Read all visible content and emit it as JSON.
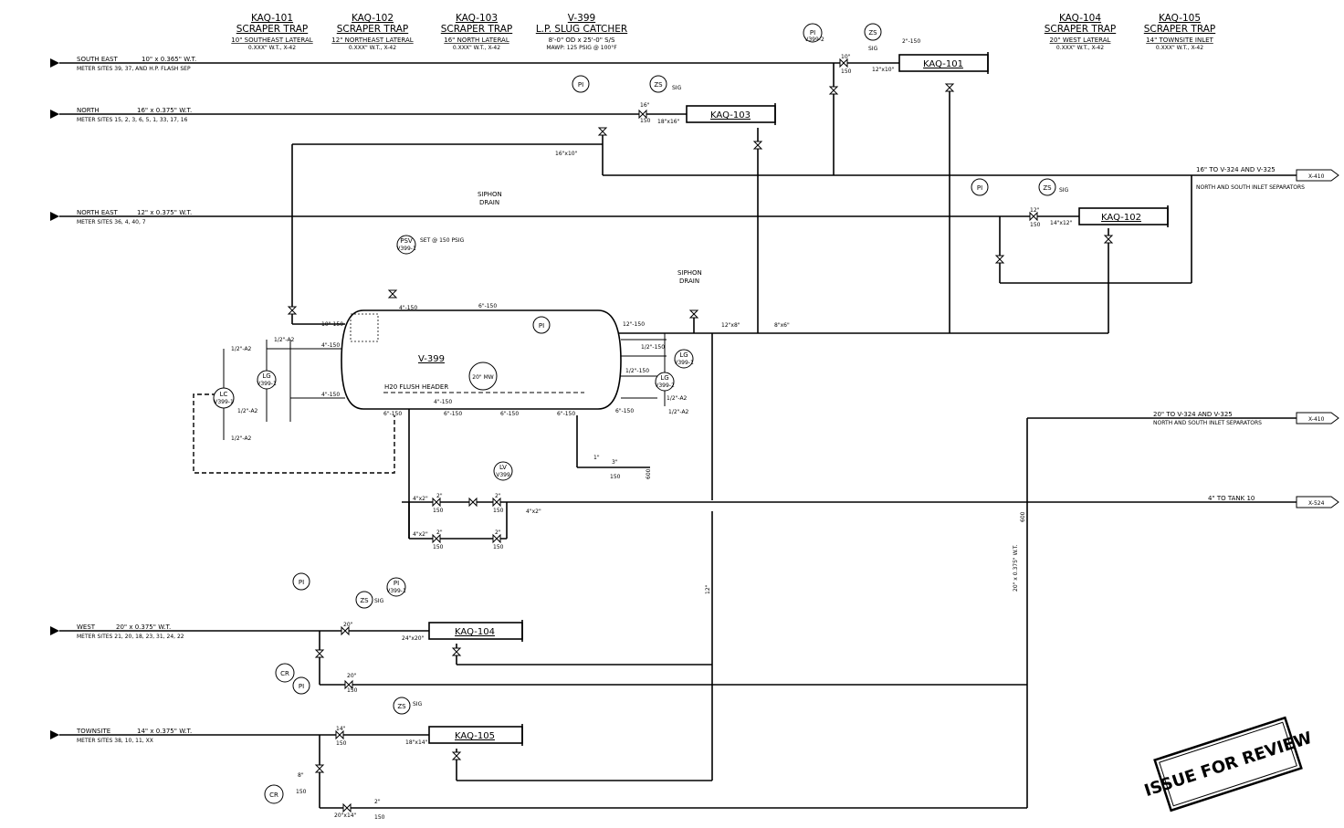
{
  "headers": [
    {
      "tag": "KAQ-101",
      "type": "SCRAPER TRAP",
      "desc": "10\" SOUTHEAST LATERAL",
      "spec": "0.XXX\" W.T., X-42"
    },
    {
      "tag": "KAQ-102",
      "type": "SCRAPER TRAP",
      "desc": "12\" NORTHEAST LATERAL",
      "spec": "0.XXX\" W.T., X-42"
    },
    {
      "tag": "KAQ-103",
      "type": "SCRAPER TRAP",
      "desc": "16\" NORTH LATERAL",
      "spec": "0.XXX\" W.T., X-42"
    },
    {
      "tag": "V-399",
      "type": "L.P. SLUG CATCHER",
      "desc": "8'-0\" OD x 25'-0\" S/S",
      "spec": "MAWP: 125 PSIG @ 100°F"
    },
    {
      "tag": "KAQ-104",
      "type": "SCRAPER TRAP",
      "desc": "20\" WEST LATERAL",
      "spec": "0.XXX\" W.T., X-42"
    },
    {
      "tag": "KAQ-105",
      "type": "SCRAPER TRAP",
      "desc": "14\" TOWNSITE INLET",
      "spec": "0.XXX\" W.T., X-42"
    }
  ],
  "laterals": [
    {
      "name": "SOUTH EAST",
      "size": "10\" x 0.365\" W.T.",
      "sites": "METER SITES 39, 37, AND H.P. FLASH SEP"
    },
    {
      "name": "NORTH",
      "size": "16\" x 0.375\" W.T.",
      "sites": "METER SITES 15, 2, 3, 6, 5, 1, 33, 17, 16"
    },
    {
      "name": "NORTH EAST",
      "size": "12\" x 0.375\" W.T.",
      "sites": "METER SITES 36, 4, 40, 7"
    },
    {
      "name": "WEST",
      "size": "20\" x 0.375\" W.T.",
      "sites": "METER SITES 21, 20, 18, 23, 31, 24, 22"
    },
    {
      "name": "TOWNSITE",
      "size": "14\" x 0.375\" W.T.",
      "sites": "METER SITES 38, 10, 11, XX"
    }
  ],
  "traps": {
    "kaq101": "KAQ-101",
    "kaq102": "KAQ-102",
    "kaq103": "KAQ-103",
    "kaq104": "KAQ-104",
    "kaq105": "KAQ-105"
  },
  "vessel": {
    "tag": "V-399",
    "flush_header": "H20 FLUSH HEADER",
    "manway": "20\" MW"
  },
  "outlets": [
    {
      "desc": "16\" TO V-324 AND V-325",
      "sub": "NORTH AND SOUTH INLET SEPARATORS",
      "arrow": "X-410"
    },
    {
      "desc": "20\" TO V-324 AND V-325",
      "sub": "NORTH AND SOUTH INLET SEPARATORS",
      "arrow": "X-410"
    },
    {
      "desc": "4\" TO TANK 10",
      "sub": "",
      "arrow": "X-524"
    }
  ],
  "instruments": {
    "pi": "PI",
    "zs": "ZS",
    "lg": "LG",
    "lc": "LC",
    "lv": "LV",
    "psv": "PSV",
    "cr": "CR",
    "pi_v399_2": "V399-2",
    "pi_v399_1": "V399-1",
    "psv_tag": "V399-1",
    "lg_tag1": "V399-1",
    "lg_tag2": "V399-2",
    "lc_tag": "V399-1",
    "lv_tag": "V399",
    "psv_set": "SET @ 150 PSIG",
    "psig": "PSIG",
    "sig": "SIG"
  },
  "labels": {
    "siphon_drain": "SIPHON",
    "drain": "DRAIN",
    "l_2_150": "2\"-150",
    "l_12x10": "12\"x10\"",
    "l_10_150": "10\"-150",
    "l_4_150": "4\"-150",
    "l_6_150": "6\"-150",
    "l_12_150": "12\"-150",
    "l_half_150": "1/2\"-150",
    "l_half_a2": "1/2\"-A2",
    "l_16x10": "16\"x10\"",
    "l_18x16": "18\"x16\"",
    "l_14x12": "14\"x12\"",
    "l_12x8": "12\"x8\"",
    "l_8x6": "8\"x6\"",
    "l_24x20": "24\"x20\"",
    "l_18x14": "18\"x14\"",
    "l_20x14": "20\"x14\"",
    "l_4x2": "4\"x2\"",
    "l_12": "12\"",
    "l_20_wt": "20\" x 0.375\" W.T.",
    "l_150": "150",
    "l_16": "16\"",
    "l_10": "10\"",
    "l_2": "2\"",
    "l_1": "1\"",
    "l_3": "3\"",
    "l_600": "600",
    "l_14": "14\"",
    "l_20": "20\"",
    "l_8": "8\""
  },
  "stamp": "ISSUE FOR REVIEW"
}
